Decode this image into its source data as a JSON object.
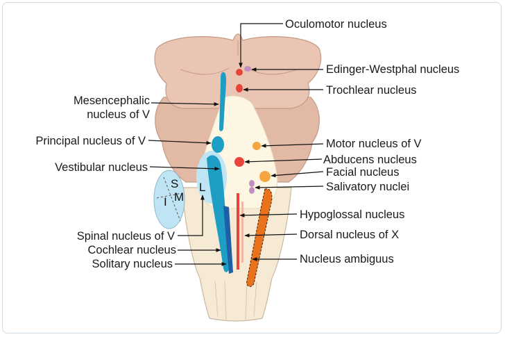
{
  "labels": {
    "oculomotor": "Oculomotor nucleus",
    "edinger": "Edinger-Westphal nucleus",
    "trochlear": "Trochlear nucleus",
    "mesencephalic_1": "Mesencephalic",
    "mesencephalic_2": "nucleus of V",
    "principal": "Principal nucleus of V",
    "motor_v": "Motor nucleus of V",
    "vestibular": "Vestibular nucleus",
    "abducens": "Abducens nucleus",
    "facial": "Facial nucleus",
    "salivatory": "Salivatory nuclei",
    "hypoglossal": "Hypoglossal nucleus",
    "dorsal_x": "Dorsal nucleus of X",
    "spinal_v": "Spinal nucleus of V",
    "cochlear": "Cochlear nucleus",
    "solitary": "Solitary nucleus",
    "ambiguus": "Nucleus ambiguus"
  },
  "subdivisions": {
    "s": "S",
    "i": "I",
    "m": "M",
    "l": "L"
  },
  "colors": {
    "midbrain": "#eac5b3",
    "pons": "#e2b9a5",
    "floor": "#fdf6e3",
    "medulla": "#f6ead4",
    "red_nucleus": "#e8443a",
    "purple_nucleus": "#c58ec0",
    "orange_nucleus": "#f5a63f",
    "sensory_blue": "#1e9ec4",
    "vestibular_light": "#bfe4f4",
    "cochlear_navy": "#1f5fa8",
    "ambiguus_orange": "#e8731c"
  }
}
